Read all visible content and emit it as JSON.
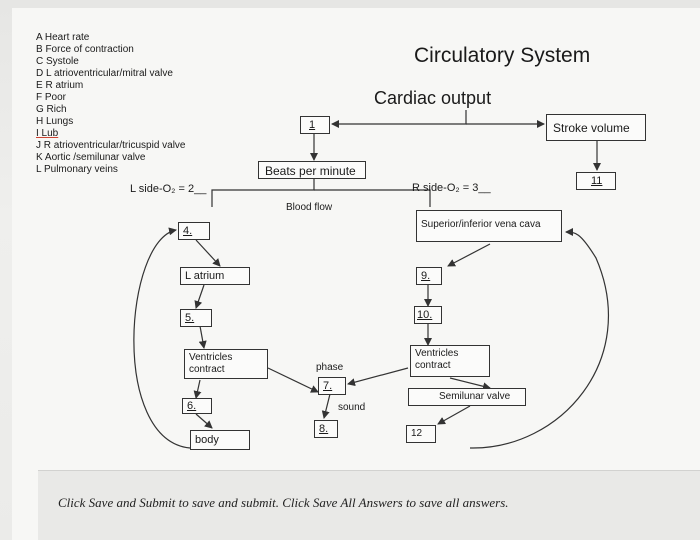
{
  "legend": [
    "A Heart rate",
    "B Force of contraction",
    "C Systole",
    "D L atrioventricular/mitral valve",
    "E R atrium",
    "F Poor",
    "G Rich",
    "H Lungs",
    "I Lub",
    "J R atrioventricular/tricuspid valve",
    "K Aortic /semilunar valve",
    "L Pulmonary veins"
  ],
  "title": "Circulatory System",
  "subtitle": "Cardiac output",
  "nodes": {
    "box_1": "1",
    "stroke_volume": "Stroke volume",
    "box_11": "11",
    "beats_per_minute": "Beats per minute",
    "left_o2": "L side-O₂ = 2__",
    "right_o2": "R side-O₂ = 3__",
    "blood_flow": "Blood flow",
    "box_4": "4.",
    "vena_cava": "Superior/inferior vena cava",
    "l_atrium": "L atrium",
    "box_9": "9.",
    "box_5": "5.",
    "box_10": "10.",
    "ventricles_left": "Ventricles contract",
    "ventricles_right": "Ventricles contract",
    "phase": "phase",
    "box_7": "7.",
    "semilunar_valve": "Semilunar valve",
    "box_6": "6.",
    "sound": "sound",
    "box_8": "8.",
    "box_12": "12",
    "body": "body"
  },
  "footer_text": "Click Save and Submit to save and submit. Click Save All Answers to save all answers."
}
